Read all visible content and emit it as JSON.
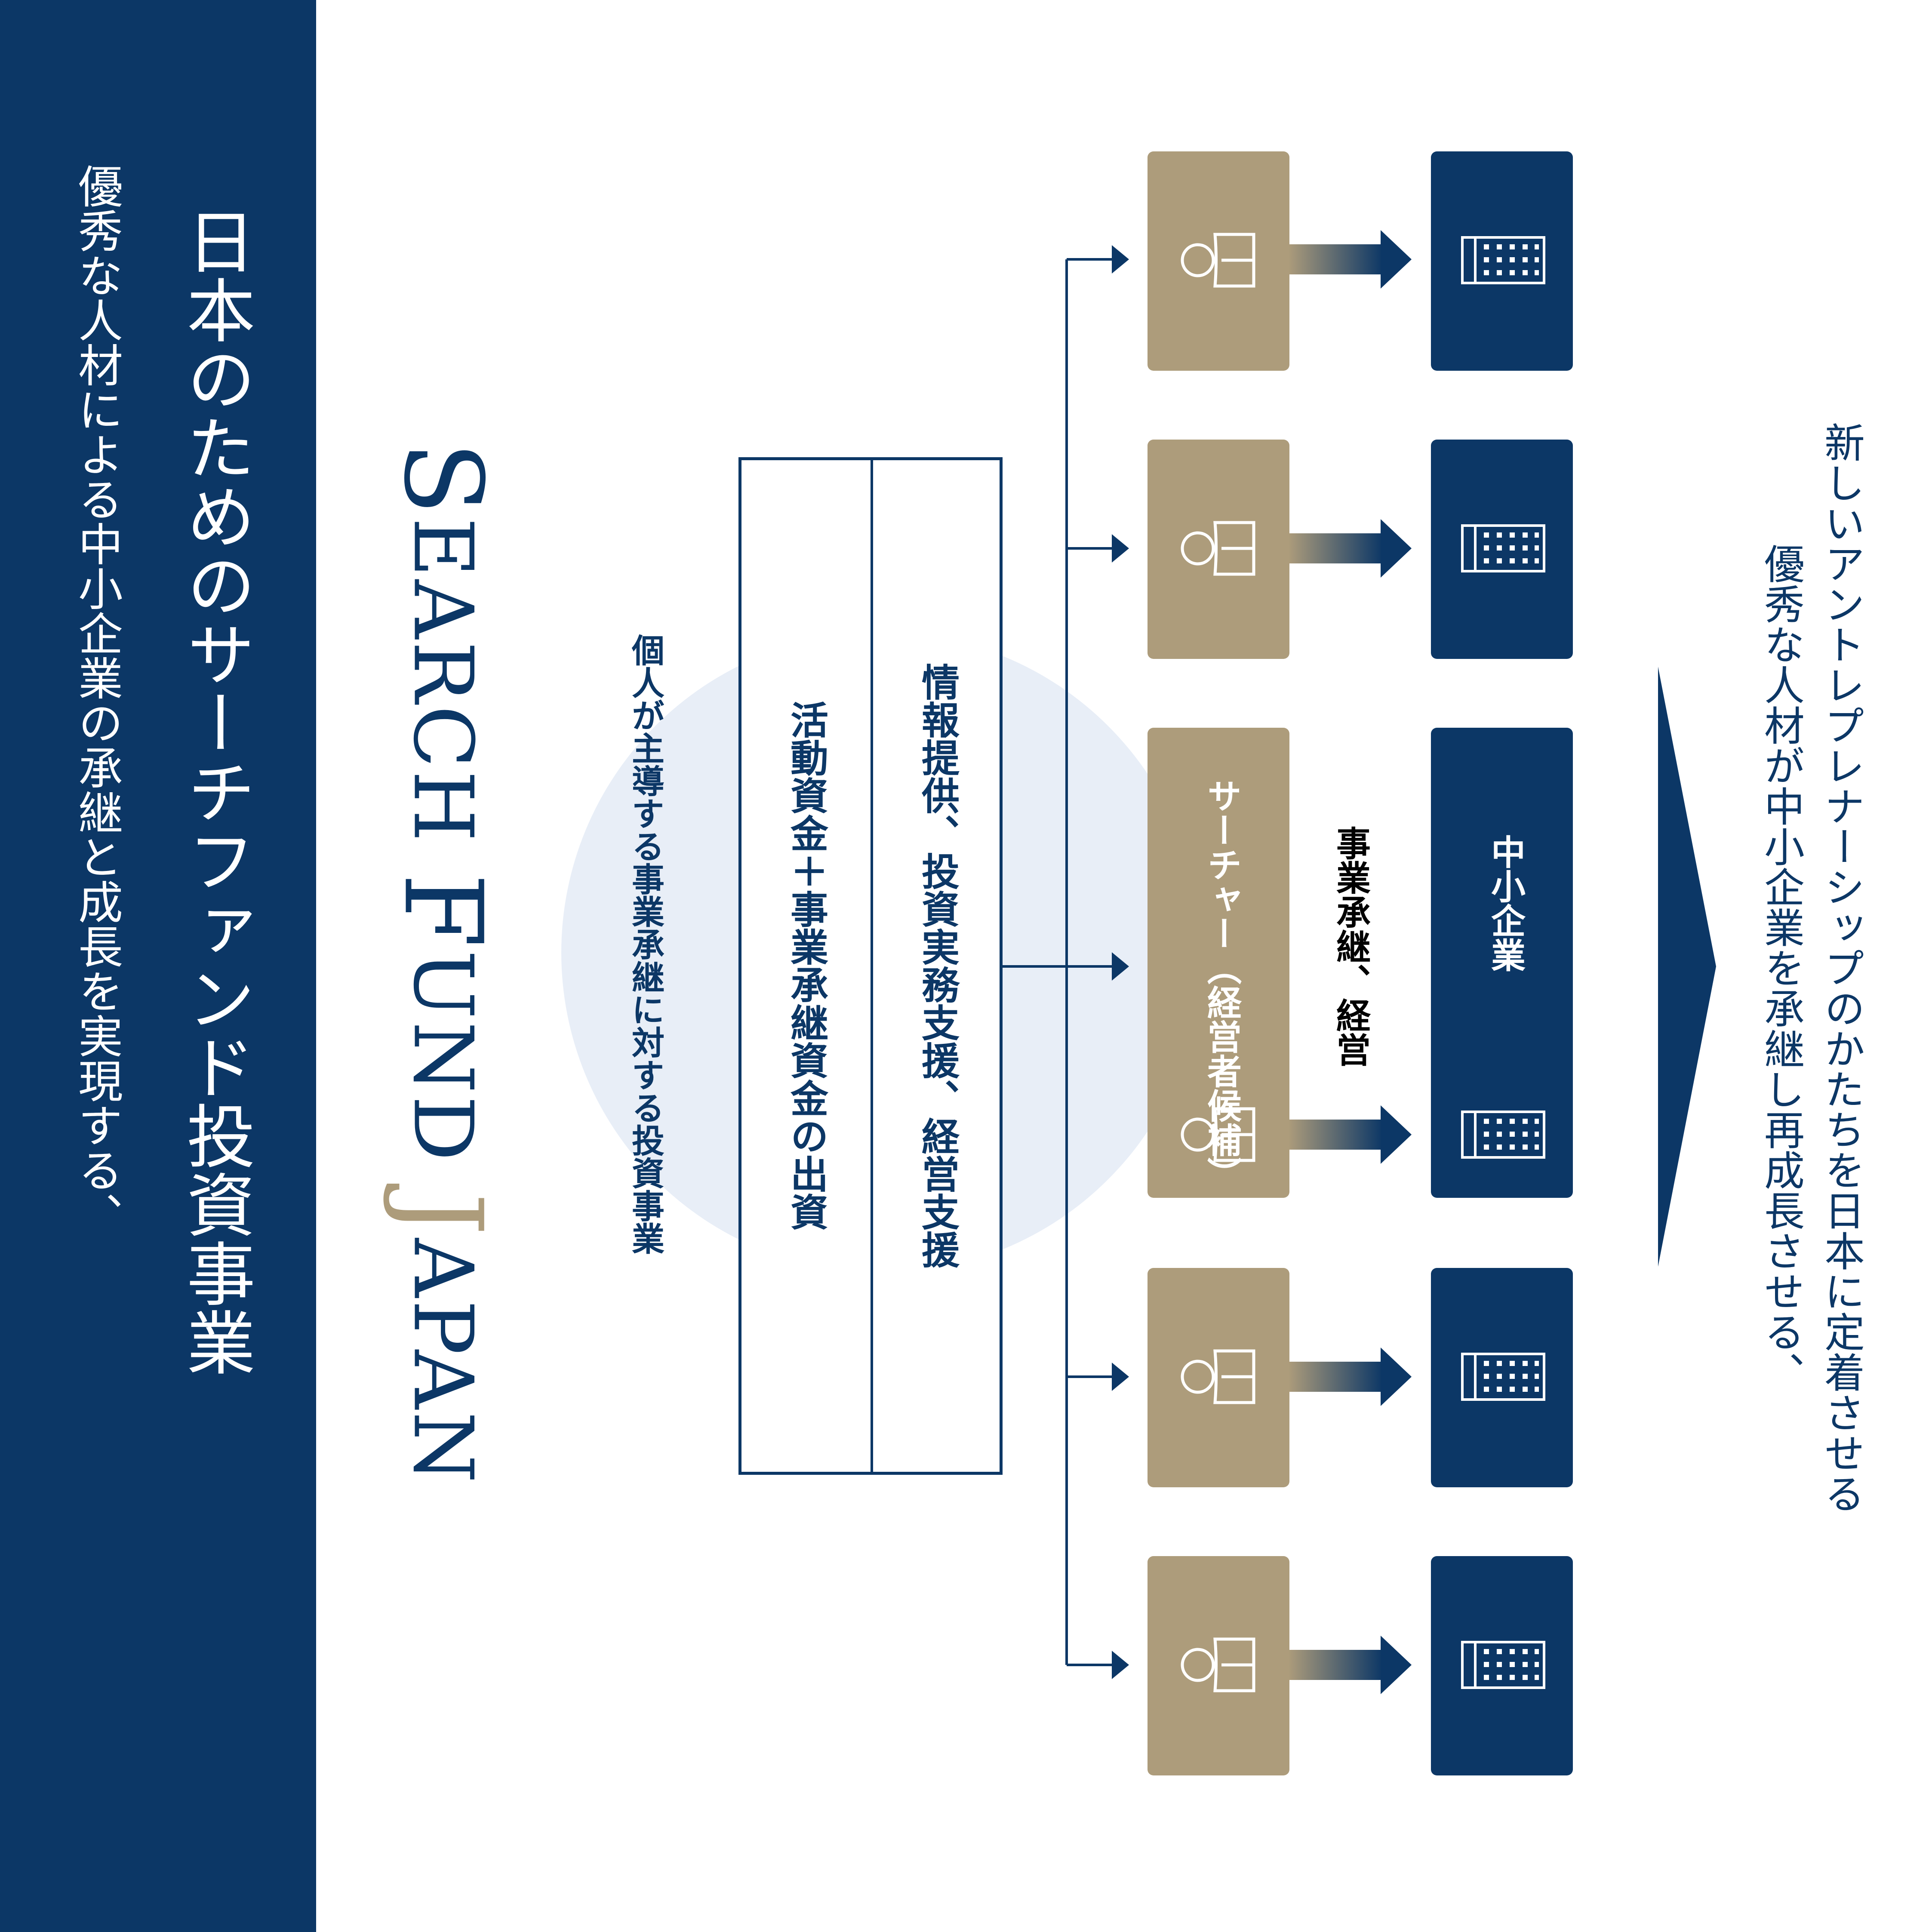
{
  "sidebar": {
    "tagline": "優秀な人材による中小企業の承継と成長を実現する、",
    "title": "日本のためのサーチファンド投資事業"
  },
  "logo": {
    "w1_cap": "S",
    "w1_rest": "EARCH",
    "w2_cap": "F",
    "w2_rest": "UND",
    "w3_cap": "J",
    "w3_rest": "APAN"
  },
  "fund": {
    "subtitle": "個人が主導する事業承継に対する投資事業",
    "line1": "活動資金＋事業承継資金の出資",
    "line2": "情報提供、投資実務支援、経営支援"
  },
  "flow": {
    "searcher_line1": "サーチャー",
    "searcher_line2": "（経営者候補）",
    "ma_label": "事業承継、経営",
    "sme_label": "中小企業"
  },
  "closing": {
    "line1": "優秀な人材が中小企業を承継し再成長させる、",
    "line2": "新しいアントレプレナーシップのかたちを日本に定着させる"
  },
  "colors": {
    "navy": "#0c3766",
    "tan": "#ad9c7b",
    "circle": "#e8eef7"
  },
  "icons": [
    "person-icon",
    "building-icon",
    "arrow-right-icon"
  ]
}
